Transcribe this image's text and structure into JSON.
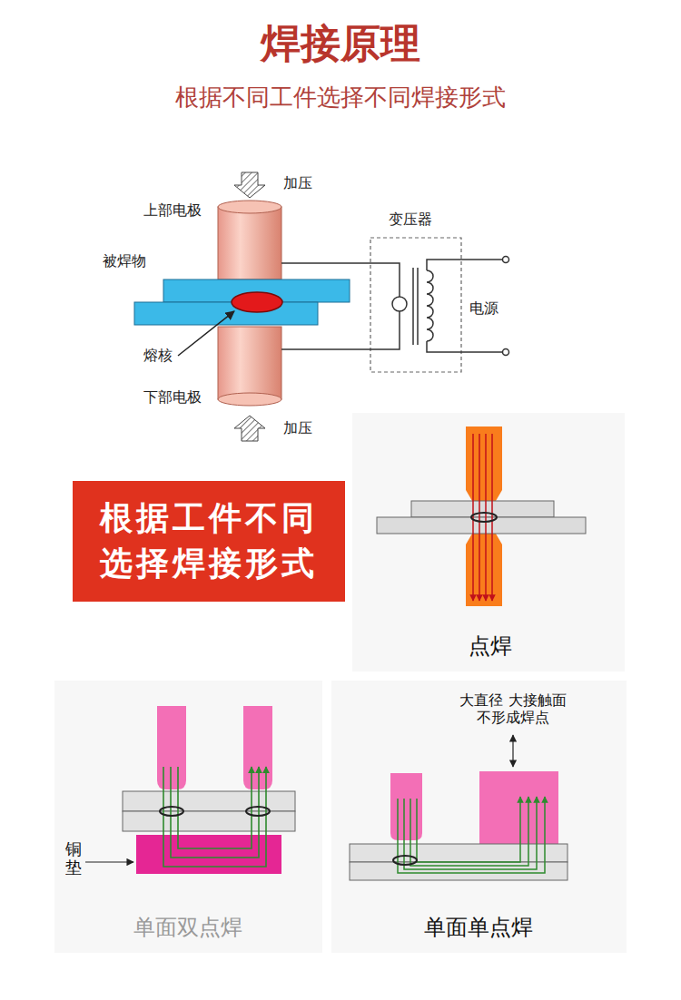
{
  "diagram": {
    "title": "焊接原理",
    "nodes": [
      {
        "text": [
          "根据工件不同选择焊接形式"
        ]
      }
    ],
    "labels": [
      "根据不同工件选择不同焊接形式",
      "加压",
      "上部电极",
      "被焊物",
      "熔核",
      "下部电极",
      "加压",
      "变压器",
      "电源",
      "点焊",
      "铜垫",
      "单面双点焊",
      "大直径 大接触面 不形成焊点",
      "单面单点焊"
    ]
  }
}
